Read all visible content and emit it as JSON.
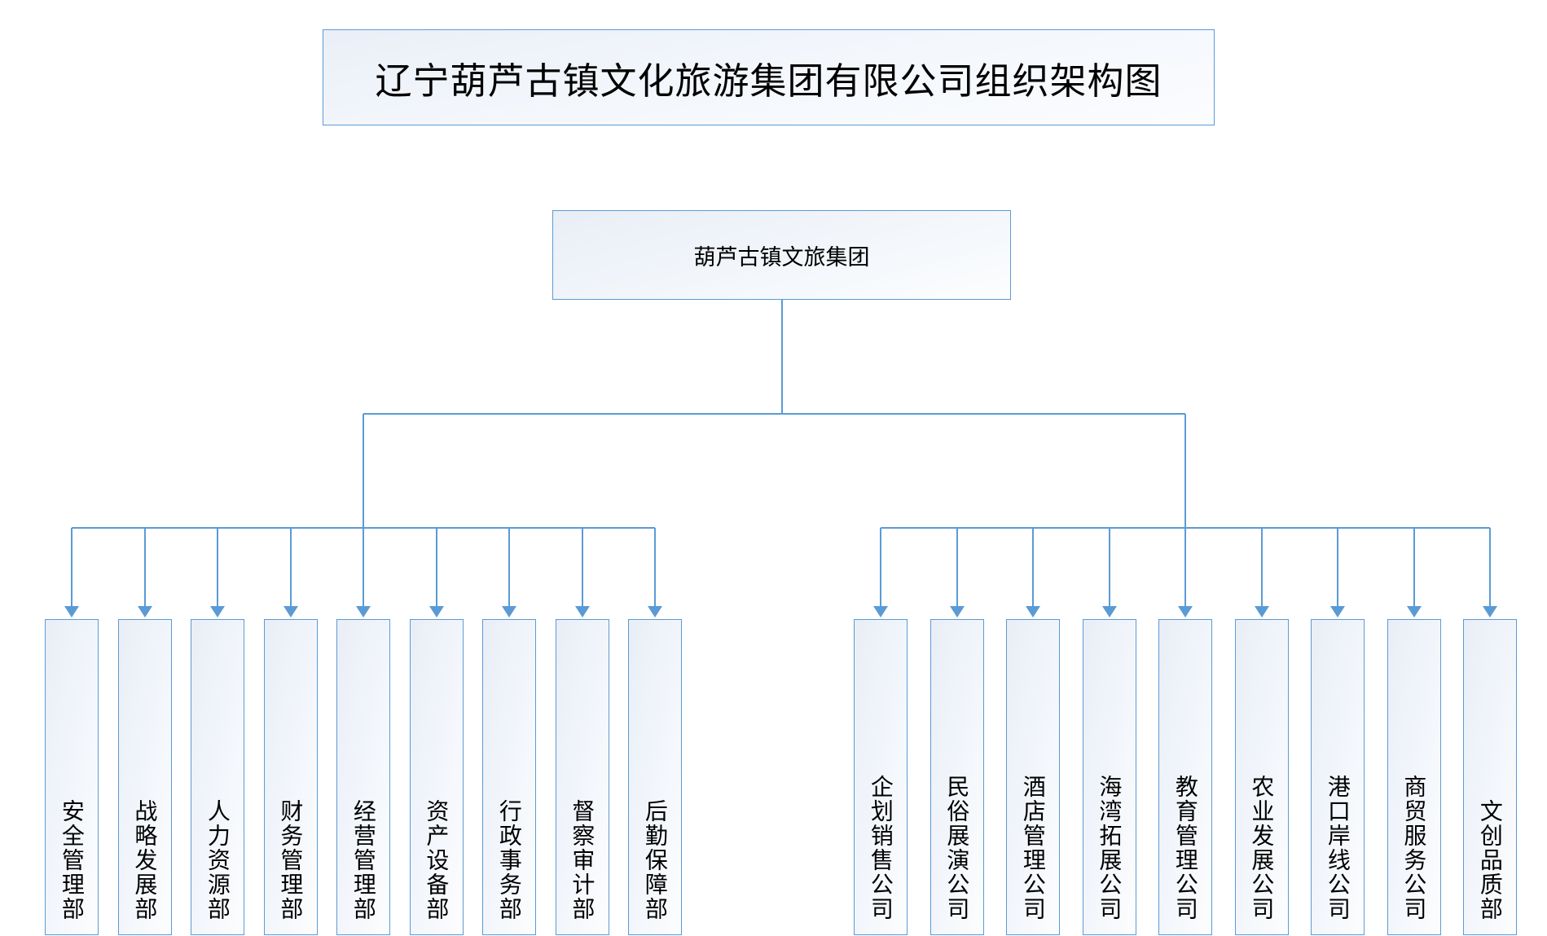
{
  "title": {
    "text": "辽宁葫芦古镇文化旅游集团有限公司组织架构图"
  },
  "root": {
    "label": "葫芦古镇文旅集团"
  },
  "colors": {
    "border": "#5b9bd5",
    "connector": "#5b9bd5",
    "fill_light": "#fcfdfe",
    "fill_dark": "#e9eef6",
    "text": "#000000",
    "background": "#ffffff"
  },
  "branches": [
    {
      "group": "departments",
      "nodes": [
        {
          "label": "安全管理部"
        },
        {
          "label": "战略发展部"
        },
        {
          "label": "人力资源部"
        },
        {
          "label": "财务管理部"
        },
        {
          "label": "经营管理部"
        },
        {
          "label": "资产设备部"
        },
        {
          "label": "行政事务部"
        },
        {
          "label": "督察审计部"
        },
        {
          "label": "后勤保障部"
        }
      ]
    },
    {
      "group": "subsidiaries",
      "nodes": [
        {
          "label": "企划销售公司"
        },
        {
          "label": "民俗展演公司"
        },
        {
          "label": "酒店管理公司"
        },
        {
          "label": "海湾拓展公司"
        },
        {
          "label": "教育管理公司"
        },
        {
          "label": "农业发展公司"
        },
        {
          "label": "港口岸线公司"
        },
        {
          "label": "商贸服务公司"
        },
        {
          "label": "文创品质部"
        }
      ]
    }
  ]
}
